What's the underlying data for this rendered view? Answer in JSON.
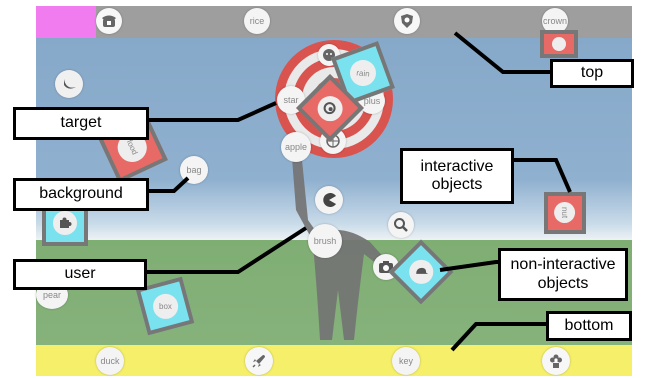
{
  "callouts": {
    "top": "top",
    "target": "target",
    "background": "background",
    "interactive": "interactive\nobjects",
    "user": "user",
    "noninteractive": "non-interactive\nobjects",
    "bottom": "bottom"
  },
  "top_bar": {
    "items": [
      "telephone-icon",
      "rice",
      "shield-icon",
      "crown"
    ],
    "color": "#9e9e9e",
    "accent": "#f07cf0"
  },
  "bottom_bar": {
    "items": [
      "duck",
      "rocket-icon",
      "key",
      "flower-icon"
    ],
    "color": "#f5ef6a"
  },
  "scene_words": {
    "rain": "rain",
    "star": "star",
    "plus": "plus",
    "apple": "apple",
    "bag": "bag",
    "brush": "brush",
    "pear": "pear",
    "box": "box",
    "nut": "nut",
    "food": "food"
  },
  "colors": {
    "sky": "#8fb0cf",
    "ground": "#86b27b",
    "card_red": "#e86a66",
    "card_cyan": "#79e2ee",
    "target_red": "#d9534f"
  }
}
